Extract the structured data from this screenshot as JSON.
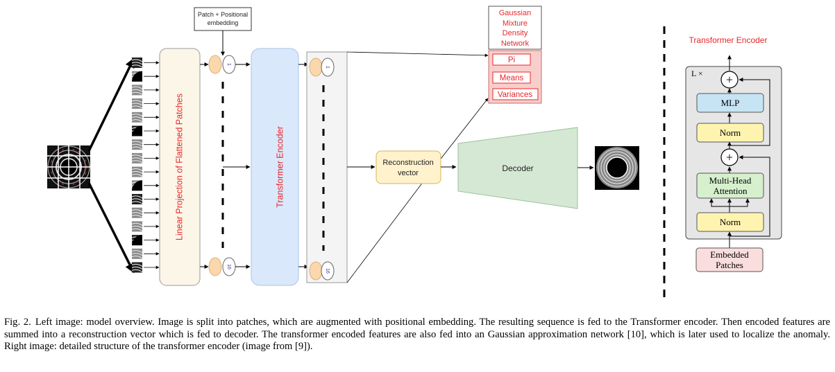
{
  "left_diagram": {
    "patch_embed_label_line1": "Patch + Positional",
    "patch_embed_label_line2": "embedding",
    "linear_projection_label": "Linear Projection of Flattened Patches",
    "transformer_encoder_label": "Transformer Encoder",
    "first_token_index": "1",
    "last_token_index": "16",
    "reconstruction_line1": "Reconstruction",
    "reconstruction_line2": "vector",
    "decoder_label": "Decoder",
    "gmdn_lines": [
      "Gaussian",
      "Mixture",
      "Density",
      "Network"
    ],
    "gmdn_outputs": [
      "Pi",
      "Means",
      "Variances"
    ]
  },
  "right_diagram": {
    "title": "Transformer Encoder",
    "repeat_label": "L ×",
    "mlp_label": "MLP",
    "norm_top_label": "Norm",
    "norm_bottom_label": "Norm",
    "attention_line1": "Multi-Head",
    "attention_line2": "Attention",
    "embedded_line1": "Embedded",
    "embedded_line2": "Patches",
    "plus_symbol": "+"
  },
  "caption": {
    "label": "Fig. 2.",
    "text": "Left image: model overview. Image is split into patches, which are augmented with positional embedding. The resulting sequence is fed to the Transformer encoder. Then encoded features are summed into a reconstruction vector which is fed to decoder. The transformer encoded features are also fed into an Gaussian approximation network [10], which is later used to localize the anomaly. Right image: detailed structure of the transformer encoder (image from [9])."
  },
  "colors": {
    "accent_red": "#e8262a",
    "projection_fill": "#fbf6e8",
    "encoder_fill": "#dae8fc",
    "token_fill": "#fad7ac",
    "reconstruction_fill": "#fff2cc",
    "decoder_fill": "#d5e8d4",
    "gmdn_fill": "#f8cecc",
    "mlp_fill": "#c6e4f4",
    "norm_fill": "#fff3b0",
    "attention_fill": "#d6f0cd",
    "embedded_fill": "#f9dedd",
    "panel_fill": "#e6e6e6"
  }
}
